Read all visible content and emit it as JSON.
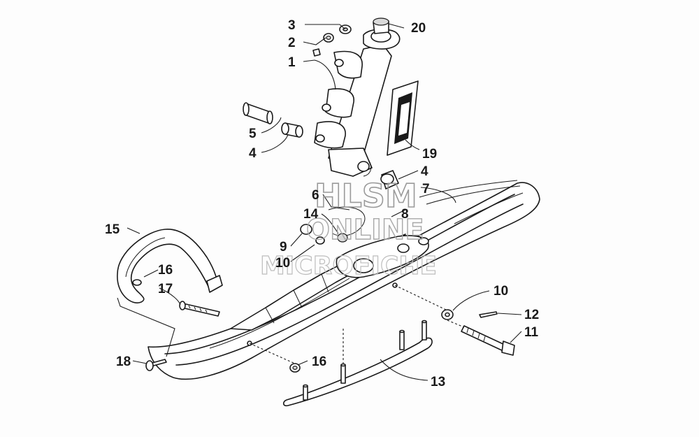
{
  "diagram": {
    "callouts": [
      {
        "label": "1"
      },
      {
        "label": "2"
      },
      {
        "label": "3"
      },
      {
        "label": "4"
      },
      {
        "label": "4"
      },
      {
        "label": "5"
      },
      {
        "label": "6"
      },
      {
        "label": "7"
      },
      {
        "label": "8"
      },
      {
        "label": "9"
      },
      {
        "label": "10"
      },
      {
        "label": "10"
      },
      {
        "label": "11"
      },
      {
        "label": "12"
      },
      {
        "label": "13"
      },
      {
        "label": "14"
      },
      {
        "label": "15"
      },
      {
        "label": "16"
      },
      {
        "label": "16"
      },
      {
        "label": "17"
      },
      {
        "label": "18"
      },
      {
        "label": "19"
      },
      {
        "label": "20"
      }
    ]
  },
  "watermark": {
    "line1": "HLSM",
    "line2": "ONLINE",
    "line3": "MICROFICHE"
  }
}
